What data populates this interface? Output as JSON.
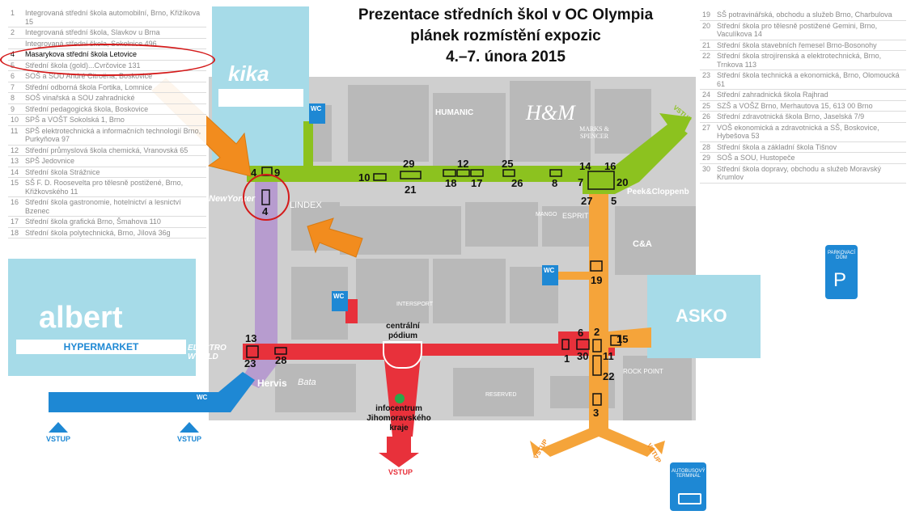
{
  "title": {
    "line1": "Prezentace středních škol v OC Olympia",
    "line2": "plánek rozmístění expozic",
    "line3": "4.–7. února 2015"
  },
  "schools_left": [
    {
      "num": "1",
      "name": "Integrovaná střední škola automobilní, Brno, Křižíkova 15"
    },
    {
      "num": "2",
      "name": "Integrovaná střední škola, Slavkov u Brna"
    },
    {
      "num": "",
      "name": "Integrovaná střední škola, Sokolnice 496"
    },
    {
      "num": "4",
      "name": "Masarykova střední škola Letovice"
    },
    {
      "num": "5",
      "name": "Střední škola (gold)...Cvrčovice 131"
    },
    {
      "num": "6",
      "name": "SOŠ a SOU André Citroëna, Boskovice"
    },
    {
      "num": "7",
      "name": "Střední odborná škola Fortika, Lomnice"
    },
    {
      "num": "8",
      "name": "SOŠ vinařská a SOU zahradnické"
    },
    {
      "num": "9",
      "name": "Střední pedagogická škola, Boskovice"
    },
    {
      "num": "10",
      "name": "SPŠ a VOŠT Sokolská 1, Brno"
    },
    {
      "num": "11",
      "name": "SPŠ elektrotechnická a informačních technologií Brno, Purkyňova 97"
    },
    {
      "num": "12",
      "name": "Střední průmyslová škola chemická, Vranovská 65"
    },
    {
      "num": "13",
      "name": "SPŠ Jedovnice"
    },
    {
      "num": "14",
      "name": "Střední škola Strážnice"
    },
    {
      "num": "15",
      "name": "SŠ F. D. Roosevelta pro tělesně postižené, Brno, Křižkovského 11"
    },
    {
      "num": "16",
      "name": "Střední škola gastronomie, hotelnictví a lesnictví Bzenec"
    },
    {
      "num": "17",
      "name": "Střední škola grafická Brno, Šmahova 110"
    },
    {
      "num": "18",
      "name": "Střední škola polytechnická, Brno, Jílová 36g"
    }
  ],
  "schools_right": [
    {
      "num": "19",
      "name": "SŠ potravinářská, obchodu a služeb Brno, Charbulova"
    },
    {
      "num": "20",
      "name": "Střední škola pro tělesně postižené Gemini, Brno, Vaculíkova 14"
    },
    {
      "num": "21",
      "name": "Střední škola stavebních řemesel Brno-Bosonohy"
    },
    {
      "num": "22",
      "name": "Střední škola strojírenská a elektrotechnická, Brno, Trnkova 113"
    },
    {
      "num": "23",
      "name": "Střední škola technická a ekonomická, Brno, Olomoucká 61"
    },
    {
      "num": "24",
      "name": "Střední zahradnická škola Rajhrad"
    },
    {
      "num": "25",
      "name": "SZŠ a VOŠZ Brno, Merhautova 15, 613 00 Brno"
    },
    {
      "num": "26",
      "name": "Střední zdravotnická škola Brno, Jaselská 7/9"
    },
    {
      "num": "27",
      "name": "VOŠ ekonomická a zdravotnická a SŠ, Boskovice, Hybešova 53"
    },
    {
      "num": "28",
      "name": "Střední škola a základní škola Tišnov"
    },
    {
      "num": "29",
      "name": "SOŠ a SOU, Hustopeče"
    },
    {
      "num": "30",
      "name": "Střední škola dopravy, obchodu a služeb Moravský Krumlov"
    }
  ],
  "stores": {
    "kika": "kika",
    "albert": "albert",
    "hypermarket": "HYPERMARKET",
    "asko": "ASKO",
    "hm": "H&M",
    "humanic": "HUMANIC",
    "marks": "MARKS & SPENCER",
    "peek": "Peek&Cloppenb",
    "lindex": "LINDEX",
    "newyorker": "NewYorker",
    "ca": "C&A",
    "intersport": "INTERSPORT",
    "electroworld": "ELECTRO WORLD",
    "hervis": "Hervis",
    "bata": "Bata",
    "rockpoint": "ROCK POINT",
    "mango": "MANGO",
    "esprit": "ESPRIT",
    "reserved": "RESERVED",
    "parking": "PARKOVACÍ DŮM",
    "bus": "AUTOBUSOVÝ TERMINÁL"
  },
  "labels": {
    "vstup": "VSTUP",
    "stage": "centrální pódium",
    "info": "infocentrum Jihomoravského kraje",
    "wc": "WC"
  },
  "booths": [
    {
      "num": "4",
      "name": "booth-4-top"
    },
    {
      "num": "9",
      "name": "booth-9"
    },
    {
      "num": "4",
      "name": "booth-4-highlighted"
    },
    {
      "num": "10",
      "name": "booth-10"
    },
    {
      "num": "29",
      "name": "booth-29"
    },
    {
      "num": "21",
      "name": "booth-21"
    },
    {
      "num": "12",
      "name": "booth-12"
    },
    {
      "num": "18",
      "name": "booth-18"
    },
    {
      "num": "17",
      "name": "booth-17"
    },
    {
      "num": "25",
      "name": "booth-25"
    },
    {
      "num": "26",
      "name": "booth-26"
    },
    {
      "num": "8",
      "name": "booth-8"
    },
    {
      "num": "14",
      "name": "booth-14"
    },
    {
      "num": "16",
      "name": "booth-16"
    },
    {
      "num": "7",
      "name": "booth-7"
    },
    {
      "num": "20",
      "name": "booth-20"
    },
    {
      "num": "27",
      "name": "booth-27"
    },
    {
      "num": "5",
      "name": "booth-5"
    },
    {
      "num": "19",
      "name": "booth-19"
    },
    {
      "num": "6",
      "name": "booth-6"
    },
    {
      "num": "2",
      "name": "booth-2"
    },
    {
      "num": "15",
      "name": "booth-15"
    },
    {
      "num": "1",
      "name": "booth-1"
    },
    {
      "num": "30",
      "name": "booth-30"
    },
    {
      "num": "11",
      "name": "booth-11"
    },
    {
      "num": "22",
      "name": "booth-22"
    },
    {
      "num": "3",
      "name": "booth-3"
    },
    {
      "num": "13",
      "name": "booth-13"
    },
    {
      "num": "23",
      "name": "booth-23"
    },
    {
      "num": "28",
      "name": "booth-28"
    }
  ],
  "colors": {
    "green": "#8cc21f",
    "purple": "#b79ccf",
    "red": "#e8313b",
    "orange": "#f5a43a",
    "blue": "#1e88d4",
    "lightblue": "#a6dbe8",
    "grey": "#c8c8c8",
    "arrow": "#f28c1e",
    "circle": "#d41a1a"
  }
}
